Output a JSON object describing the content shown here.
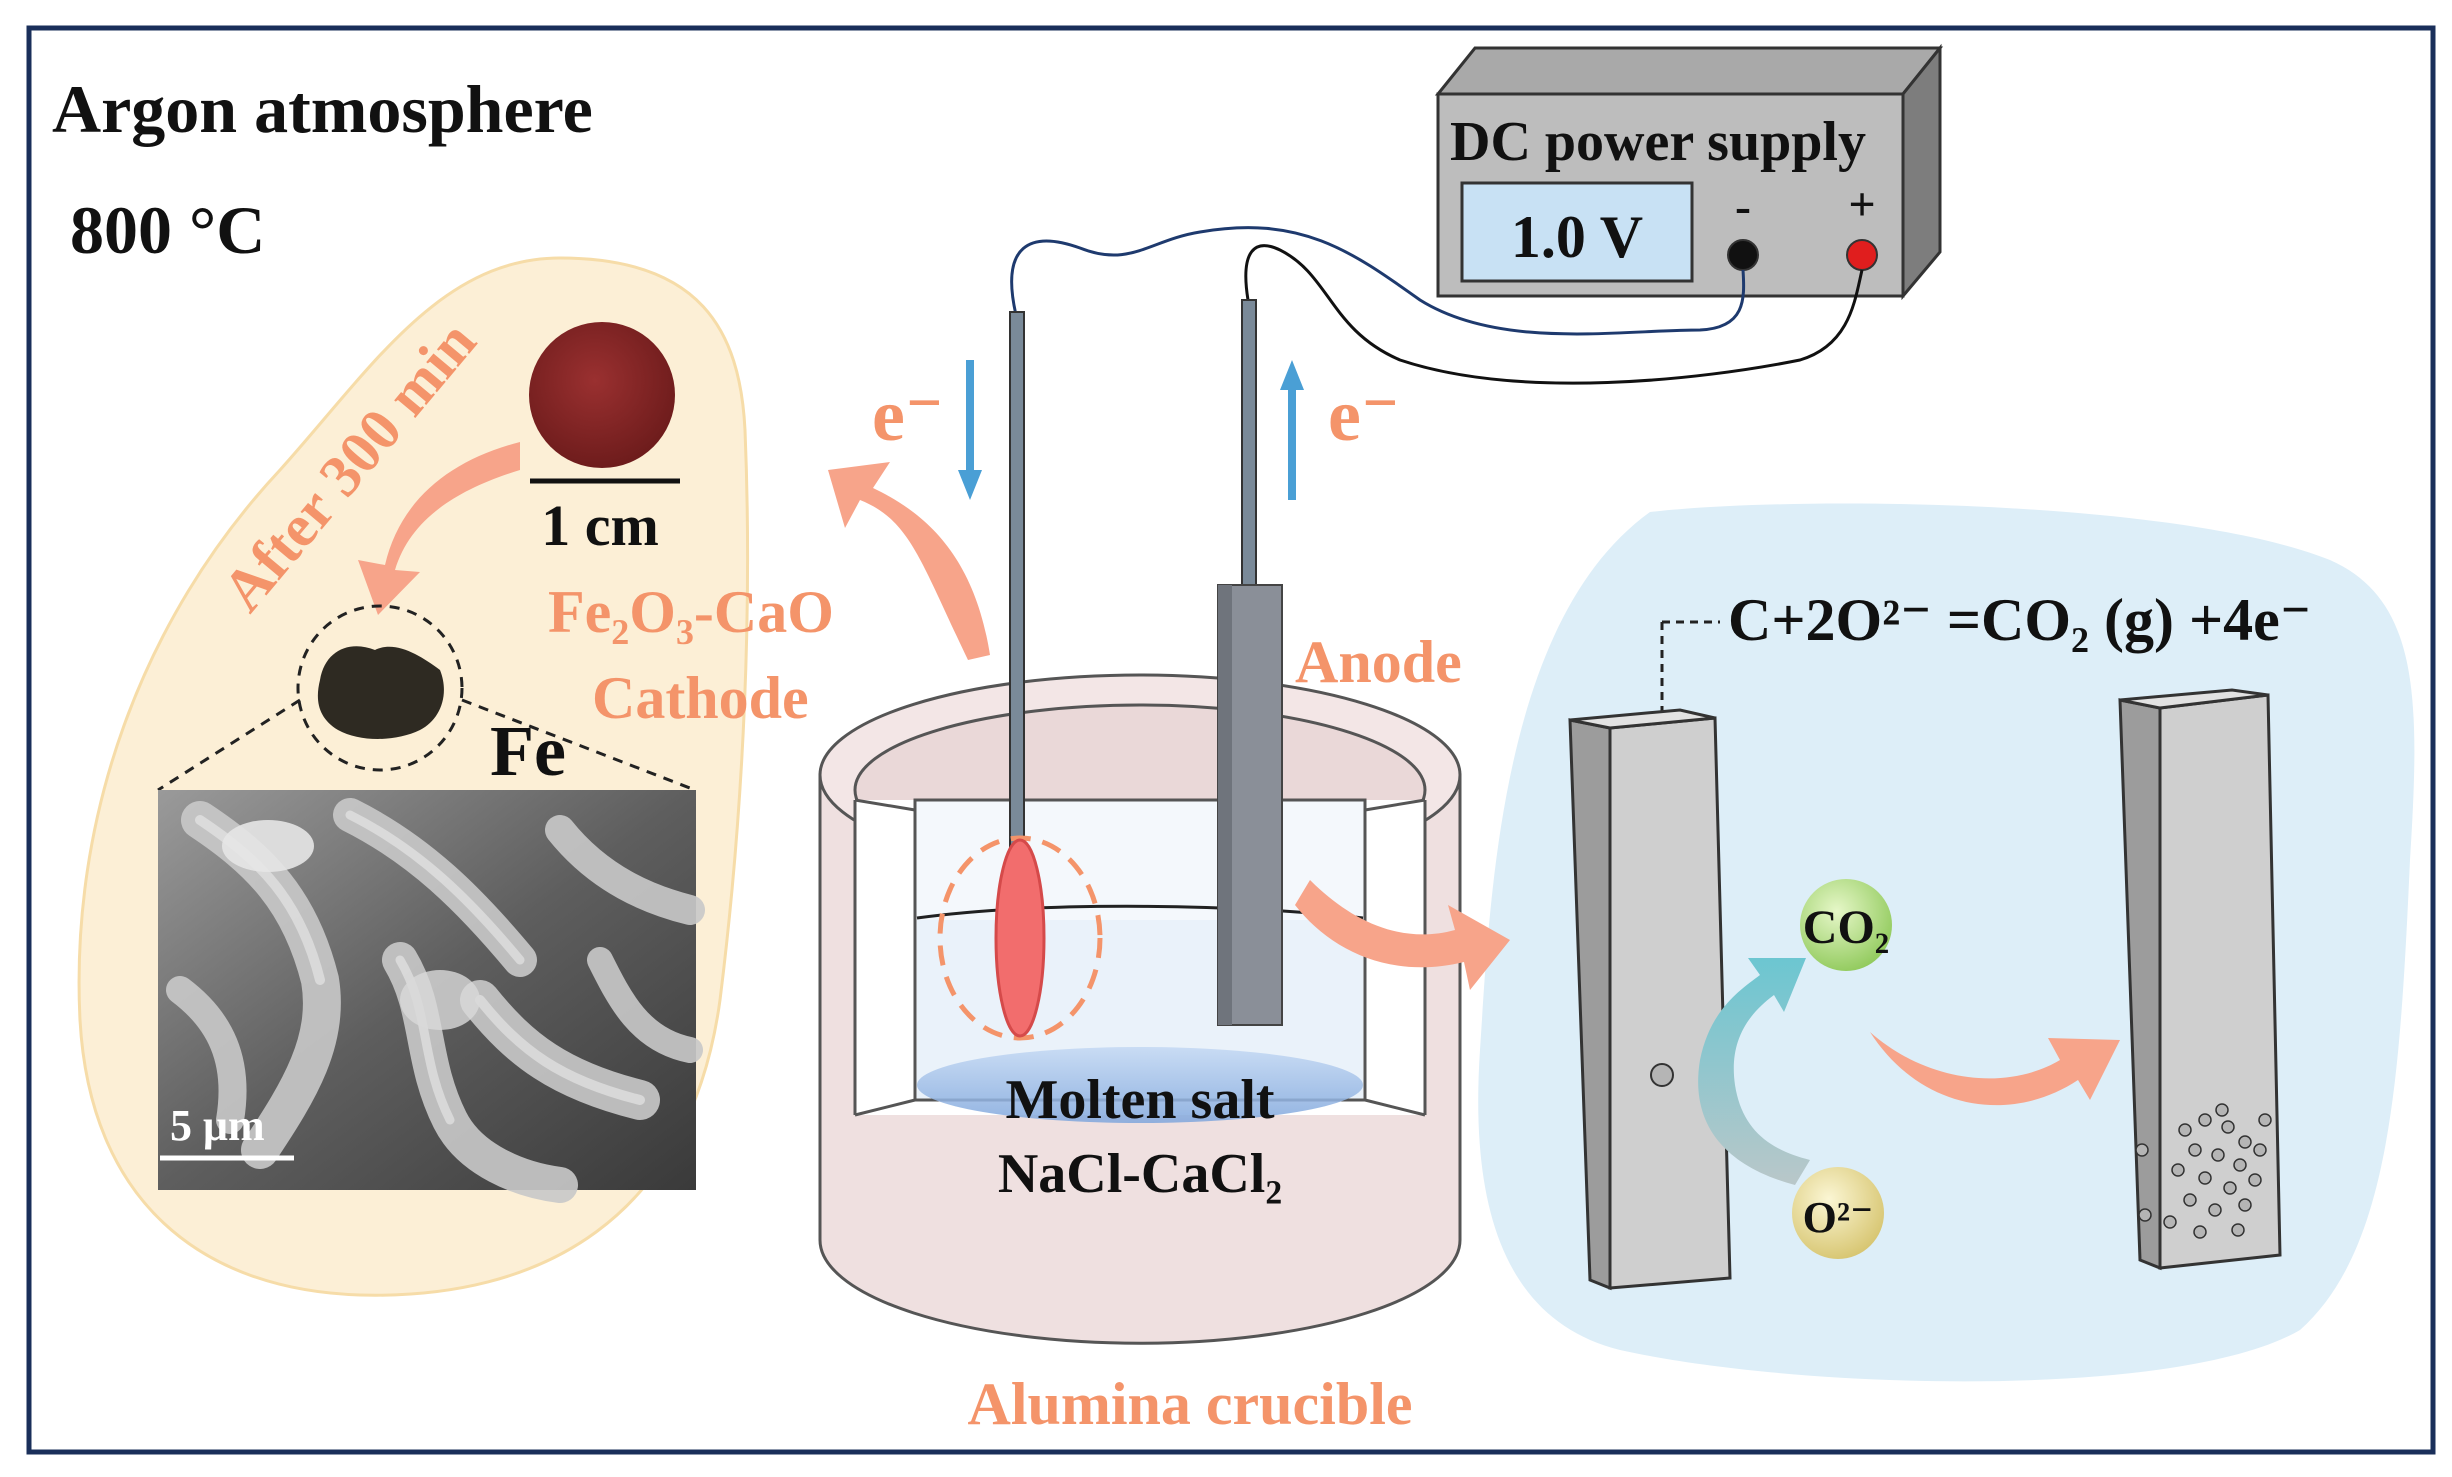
{
  "labels": {
    "atmosphere": "Argon atmosphere",
    "temperature": "800 °C",
    "power_supply": "DC power supply",
    "voltage": "1.0 V",
    "terminal_negative": "-",
    "terminal_positive": "+",
    "electron_left": "e⁻",
    "electron_right": "e⁻",
    "cathode_line1": "Fe₂O₃-CaO",
    "cathode_line2": "Cathode",
    "anode": "Anode",
    "molten_salt": "Molten salt",
    "electrolyte": "NaCl-CaCl₂",
    "crucible": "Alumina crucible",
    "reaction": "C+2O²⁻ =CO₂ (g) +4e⁻",
    "co2": "CO₂",
    "oxide_ion": "O²⁻",
    "after_time": "After 300 min",
    "scale_cm": "1 cm",
    "product": "Fe",
    "scale_um": "5 μm"
  },
  "colors": {
    "accent_orange": "#f4946a",
    "arrow_blue": "#4a9fd5",
    "frame": "#1a2f5a",
    "left_panel": "#fcefd6",
    "right_panel": "#ddeef8",
    "crucible": "#efe0e0"
  }
}
